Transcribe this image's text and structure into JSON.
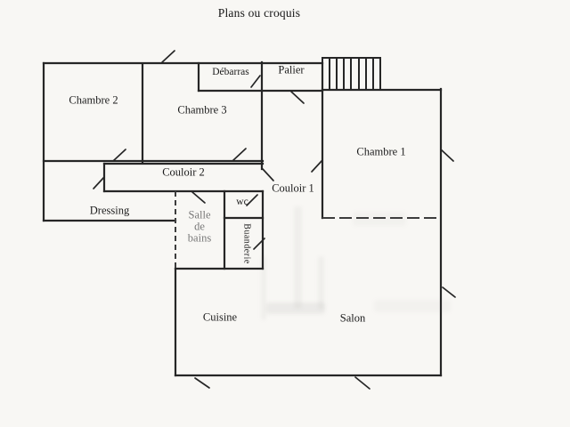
{
  "title": "Plans ou croquis",
  "rooms": {
    "chambre2": "Chambre 2",
    "chambre3": "Chambre 3",
    "debarras": "Débarras",
    "palier": "Palier",
    "chambre1": "Chambre 1",
    "couloir2": "Couloir 2",
    "couloir1": "Couloir 1",
    "dressing": "Dressing",
    "salle_de_bains": {
      "l1": "Salle",
      "l2": "de",
      "l3": "bains"
    },
    "wc": "wc",
    "buanderie": "Buanderie",
    "cuisine": "Cuisine",
    "salon": "Salon"
  },
  "features": {
    "stairs_icon": "stairs",
    "steps_count": 8,
    "door_marks_count": 15
  },
  "colors": {
    "paper": "#f8f7f4",
    "wall": "#262626",
    "dashed_wall": "#3d3d3d",
    "text": "#1b1b1b",
    "faded_text": "#787878"
  }
}
